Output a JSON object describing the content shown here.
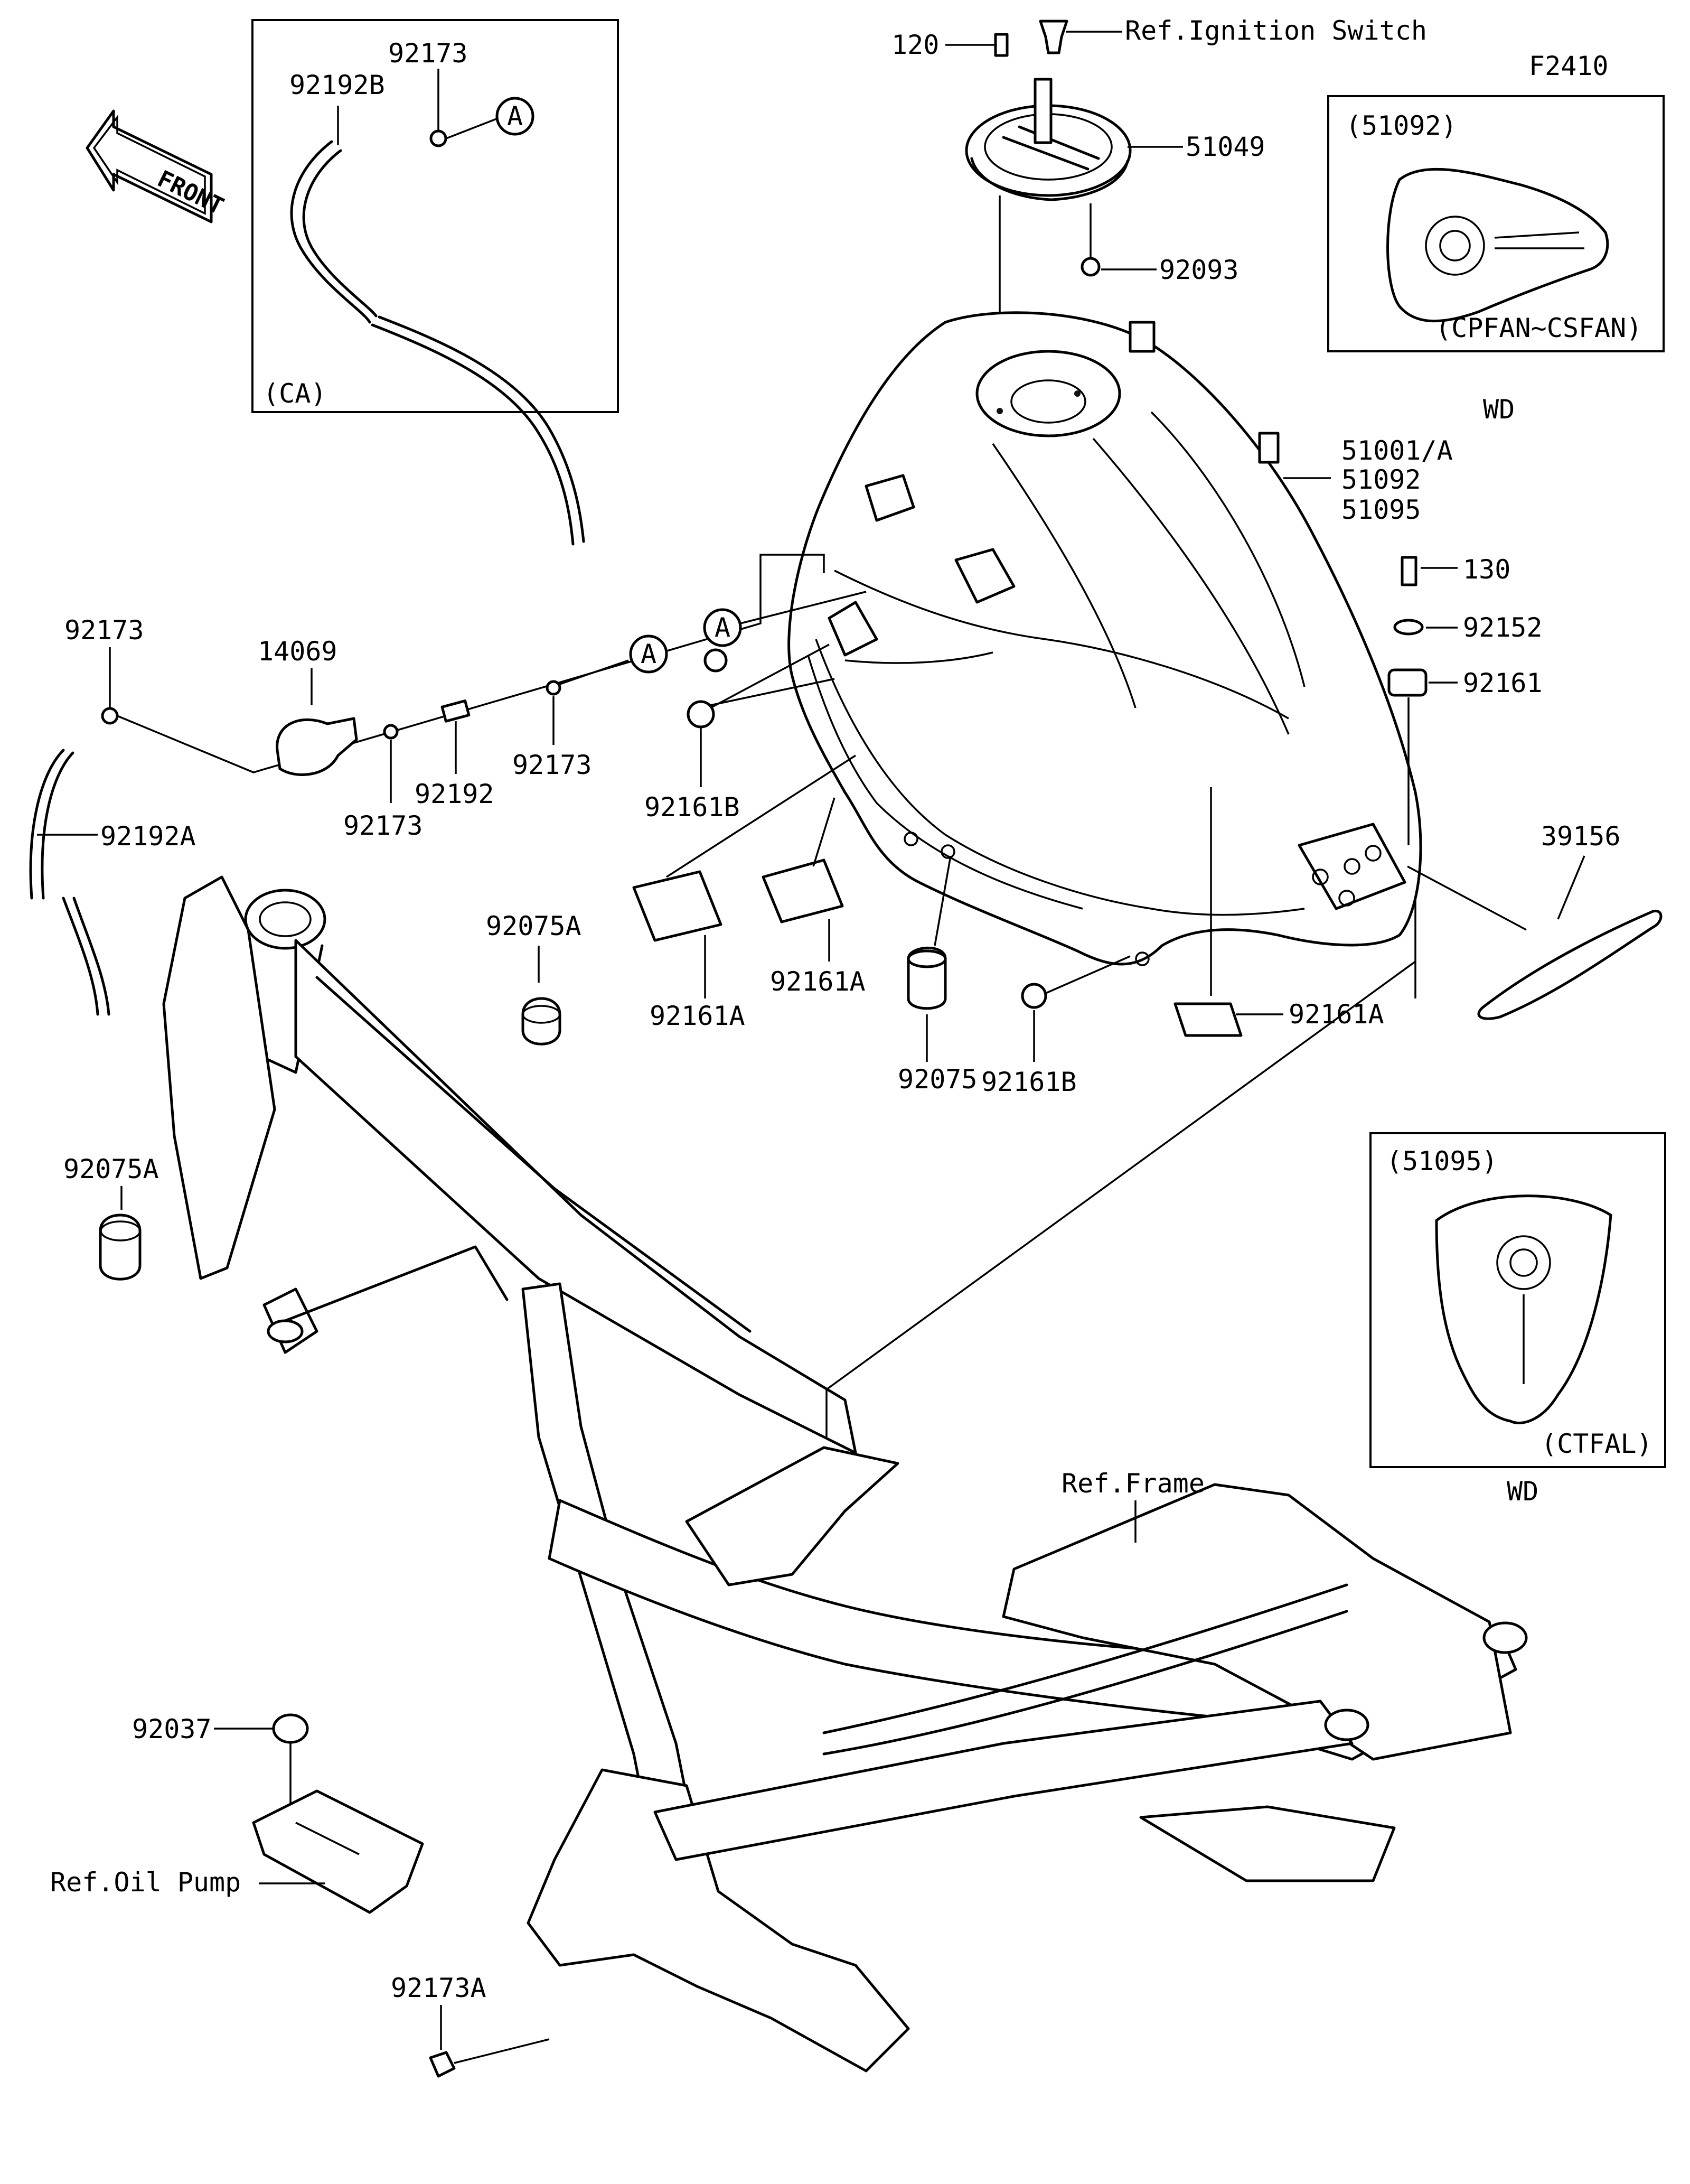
{
  "figure_code": "F2410",
  "front_arrow_label": "FRONT",
  "callout_letter": "A",
  "labels": {
    "l120": "120",
    "ref_ignition": "Ref.Ignition Switch",
    "l51049": "51049",
    "l92093": "92093",
    "l51001": "51001/A",
    "l51092": "51092",
    "l51095": "51095",
    "l130": "130",
    "l92152": "92152",
    "l92161": "92161",
    "l39156": "39156",
    "l92161a_right": "92161A",
    "l92161b_mid": "92161B",
    "l92075": "92075",
    "l92161a_mid": "92161A",
    "l92161a_left": "92161A",
    "l92161b_left": "92161B",
    "l92173_ca": "92173",
    "l92192b": "92192B",
    "l92173_top": "92173",
    "l14069": "14069",
    "l92192a": "92192A",
    "l92173_a": "92173",
    "l92192": "92192",
    "l92173_b": "92173",
    "l92075a_top": "92075A",
    "l92075a_left": "92075A",
    "ref_frame": "Ref.Frame",
    "l92037": "92037",
    "ref_oil_pump": "Ref.Oil Pump",
    "l92173a": "92173A"
  },
  "inset_ca": {
    "tag": "(CA)"
  },
  "inset_51092": {
    "part": "(51092)",
    "model": "(CPFAN~CSFAN)",
    "caption": "WD"
  },
  "inset_51095": {
    "part": "(51095)",
    "model": "(CTFAL)",
    "caption": "WD"
  }
}
